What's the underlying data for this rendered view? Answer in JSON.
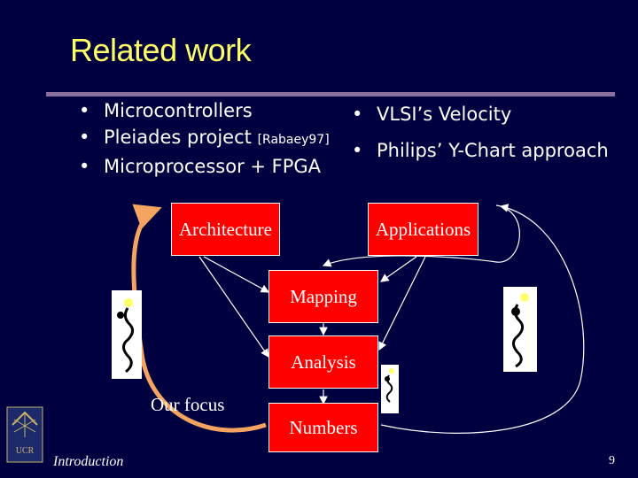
{
  "slide": {
    "title": "Related work",
    "bullets_left": [
      {
        "text": "Microcontrollers",
        "suffix": ""
      },
      {
        "text": "Pleiades project ",
        "suffix": "[Rabaey97]"
      },
      {
        "text": "Microprocessor + FPGA",
        "suffix": ""
      }
    ],
    "bullets_right": [
      "VLSI’s Velocity",
      "Philips’ Y-Chart approach"
    ],
    "footer": "Introduction",
    "page_number": "9"
  },
  "diagram": {
    "boxes": {
      "architecture": "Architecture",
      "applications": "Applications",
      "mapping": "Mapping",
      "analysis": "Analysis",
      "numbers": "Numbers"
    },
    "focus_label": "Our focus"
  },
  "colors": {
    "background": "#000040",
    "title": "#ffff66",
    "box_fill": "#ff0000",
    "focus_arrow": "#f4a460",
    "rule": "#8a6e9e"
  },
  "icons": [
    "thinking-person-icon",
    "university-logo-icon"
  ]
}
